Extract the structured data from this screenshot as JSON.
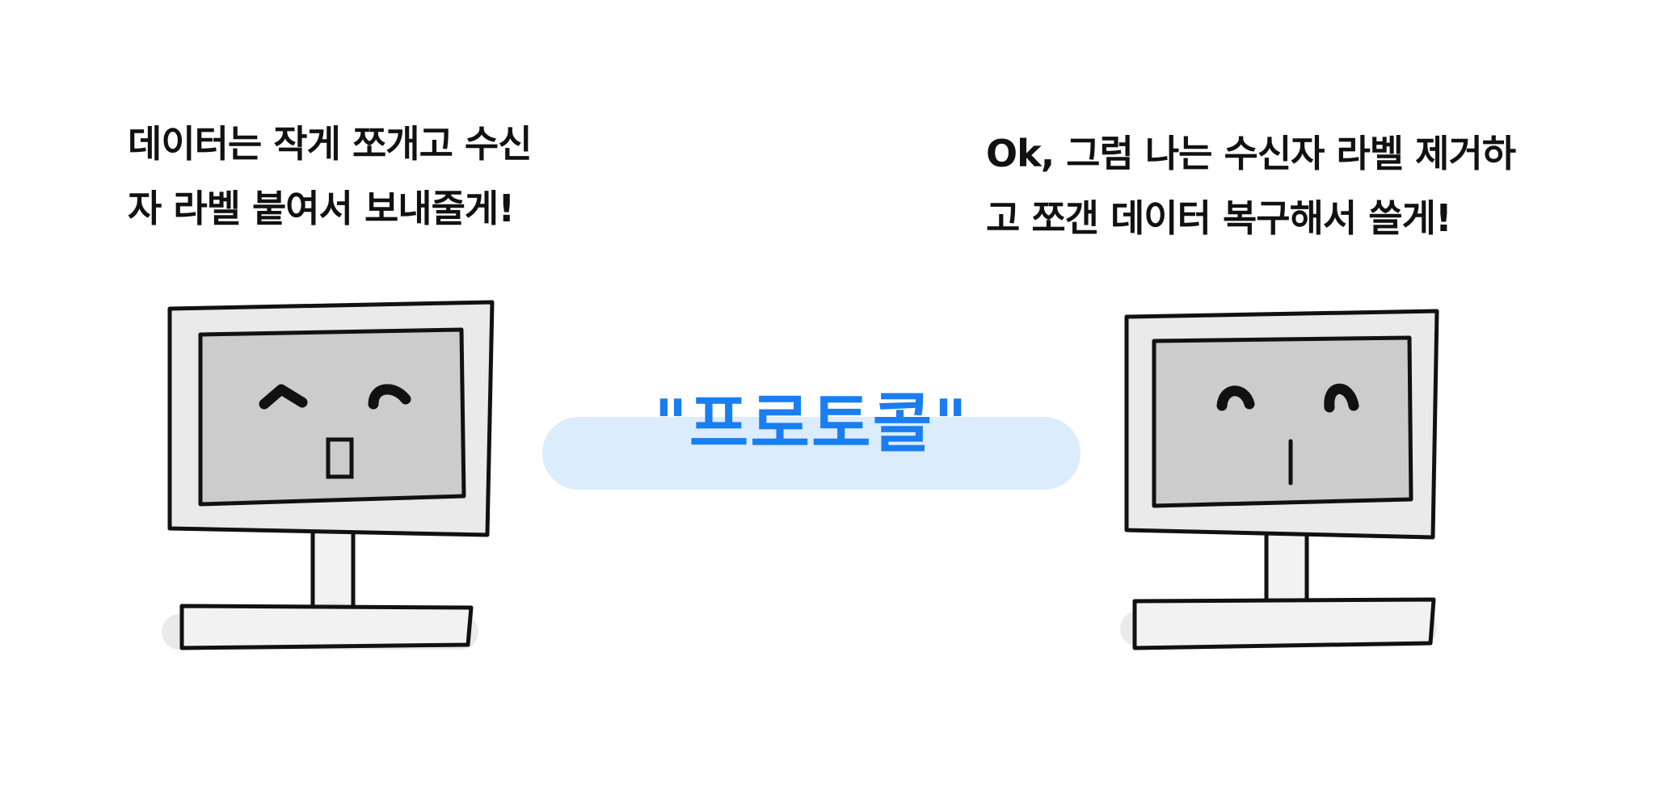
{
  "left_speech": {
    "line1": "데이터는 작게 쪼개고 수신",
    "line2": "자 라벨 붙여서 보내줄게!"
  },
  "right_speech": {
    "line1": "Ok, 그럼 나는 수신자 라벨 제거하",
    "line2": "고 쪼갠 데이터 복구해서 쓸게!"
  },
  "center_label": {
    "text": "\"프로토콜\""
  },
  "colors": {
    "ink": "#111111",
    "accent_text": "#1a7ef0",
    "pill_background": "#dbecfc",
    "screen": "#cccccc",
    "monitor_body": "#eaeaea",
    "stand": "#f2f2f2",
    "shadow": "#eaeaea"
  }
}
